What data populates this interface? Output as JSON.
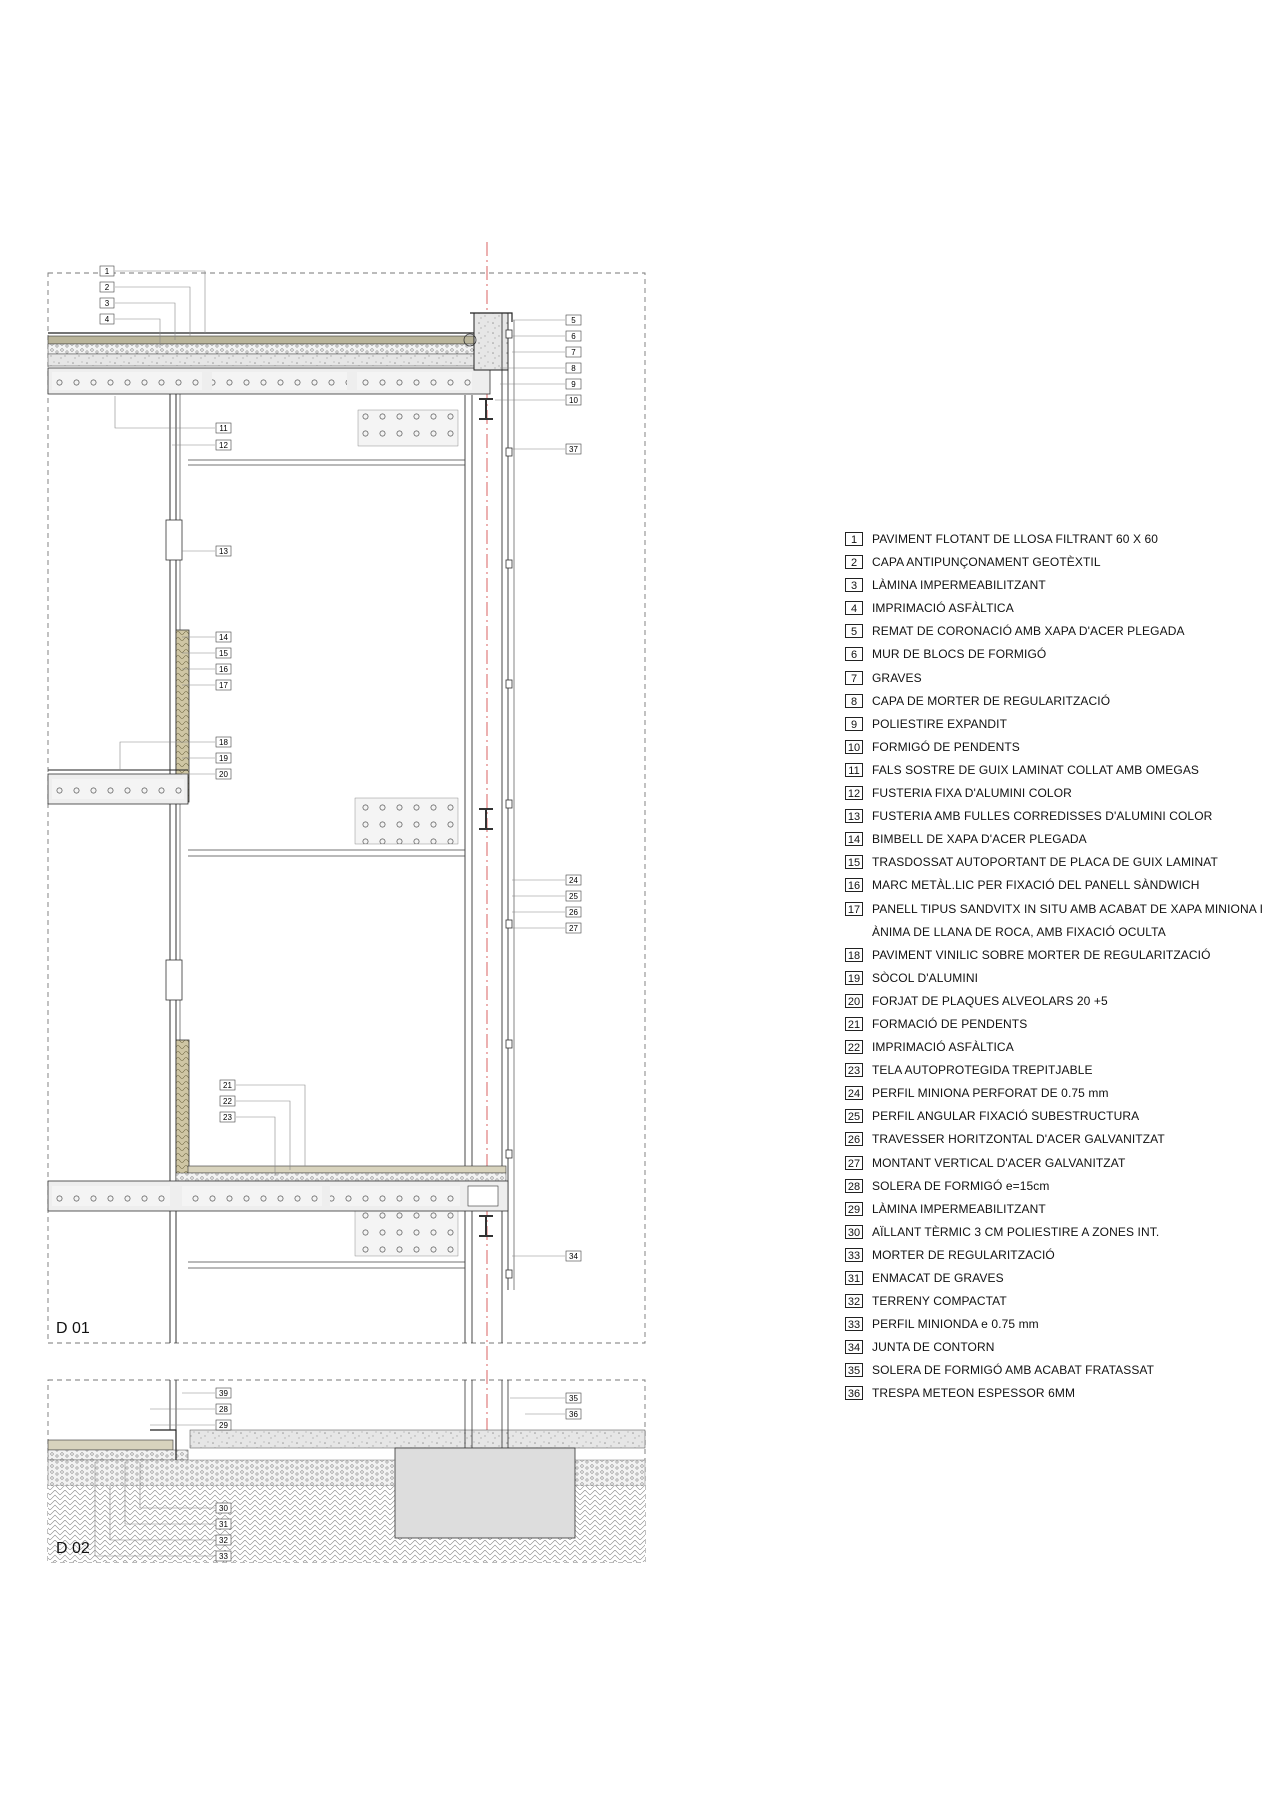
{
  "detail_labels": {
    "d01": "D 01",
    "d02": "D 02"
  },
  "tags_d01": [
    "1",
    "2",
    "3",
    "4",
    "5",
    "6",
    "7",
    "8",
    "9",
    "10",
    "37",
    "11",
    "12",
    "13",
    "14",
    "15",
    "16",
    "17",
    "18",
    "19",
    "20",
    "24",
    "25",
    "26",
    "27",
    "21",
    "22",
    "23",
    "34"
  ],
  "tags_d02": [
    "39",
    "28",
    "29",
    "35",
    "36",
    "30",
    "31",
    "32",
    "33"
  ],
  "legend": [
    {
      "num": "1",
      "text": "PAVIMENT FLOTANT DE LLOSA FILTRANT 60 X 60"
    },
    {
      "num": "2",
      "text": "CAPA ANTIPUNÇONAMENT GEOTÈXTIL"
    },
    {
      "num": "3",
      "text": "LÀMINA IMPERMEABILITZANT"
    },
    {
      "num": "4",
      "text": "IMPRIMACIÓ ASFÀLTICA"
    },
    {
      "num": "5",
      "text": "REMAT DE CORONACIÓ AMB XAPA  D'ACER PLEGADA"
    },
    {
      "num": "6",
      "text": "MUR DE BLOCS DE FORMIGÓ"
    },
    {
      "num": "7",
      "text": "GRAVES"
    },
    {
      "num": "8",
      "text": "CAPA DE MORTER DE REGULARITZACIÓ"
    },
    {
      "num": "9",
      "text": "POLIESTIRE EXPANDIT"
    },
    {
      "num": "10",
      "text": "FORMIGÓ DE PENDENTS"
    },
    {
      "num": "11",
      "text": "FALS SOSTRE DE GUIX LAMINAT COLLAT AMB OMEGAS"
    },
    {
      "num": "12",
      "text": "FUSTERIA FIXA D'ALUMINI COLOR"
    },
    {
      "num": "13",
      "text": "FUSTERIA AMB FULLES CORREDISSES D'ALUMINI COLOR"
    },
    {
      "num": "14",
      "text": "BIMBELL DE XAPA D'ACER PLEGADA"
    },
    {
      "num": "15",
      "text": "TRASDOSSAT AUTOPORTANT DE PLACA DE GUIX LAMINAT"
    },
    {
      "num": "16",
      "text": "MARC METÀL.LIC PER FIXACIÓ DEL PANELL SÀNDWICH"
    },
    {
      "num": "17",
      "text": "PANELL TIPUS SANDVITX IN SITU  AMB ACABAT DE XAPA MINIONA I"
    },
    {
      "num": "",
      "text": "ÀNIMA DE LLANA DE ROCA, AMB FIXACIÓ OCULTA"
    },
    {
      "num": "18",
      "text": "PAVIMENT VINILIC SOBRE MORTER DE REGULARITZACIÓ"
    },
    {
      "num": "19",
      "text": "SÒCOL D'ALUMINI"
    },
    {
      "num": "20",
      "text": "FORJAT DE PLAQUES ALVEOLARS 20 +5"
    },
    {
      "num": "21",
      "text": "FORMACIÓ DE PENDENTS"
    },
    {
      "num": "22",
      "text": "IMPRIMACIÓ ASFÀLTICA"
    },
    {
      "num": "23",
      "text": "TELA AUTOPROTEGIDA TREPITJABLE"
    },
    {
      "num": "24",
      "text": "PERFIL MINIONA PERFORAT DE 0.75 mm"
    },
    {
      "num": "25",
      "text": "PERFIL ANGULAR FIXACIÓ SUBESTRUCTURA"
    },
    {
      "num": "26",
      "text": "TRAVESSER HORITZONTAL D'ACER GALVANITZAT"
    },
    {
      "num": "27",
      "text": "MONTANT VERTICAL D'ACER GALVANITZAT"
    },
    {
      "num": "28",
      "text": "SOLERA DE FORMIGÓ e=15cm"
    },
    {
      "num": "29",
      "text": "LÀMINA IMPERMEABILITZANT"
    },
    {
      "num": "30",
      "text": "AÏLLANT TÈRMIC 3 CM POLIESTIRE A ZONES INT."
    },
    {
      "num": "33",
      "text": "MORTER DE REGULARITZACIÓ"
    },
    {
      "num": "31",
      "text": "ENMACAT DE GRAVES"
    },
    {
      "num": "32",
      "text": "TERRENY COMPACTAT"
    },
    {
      "num": "33",
      "text": "PERFIL MINIONDA e 0.75 mm"
    },
    {
      "num": "34",
      "text": "JUNTA DE CONTORN"
    },
    {
      "num": "35",
      "text": "SOLERA DE FORMIGÓ AMB ACABAT FRATASSAT"
    },
    {
      "num": "36",
      "text": "TRESPA METEON ESPESSOR 6MM"
    }
  ]
}
